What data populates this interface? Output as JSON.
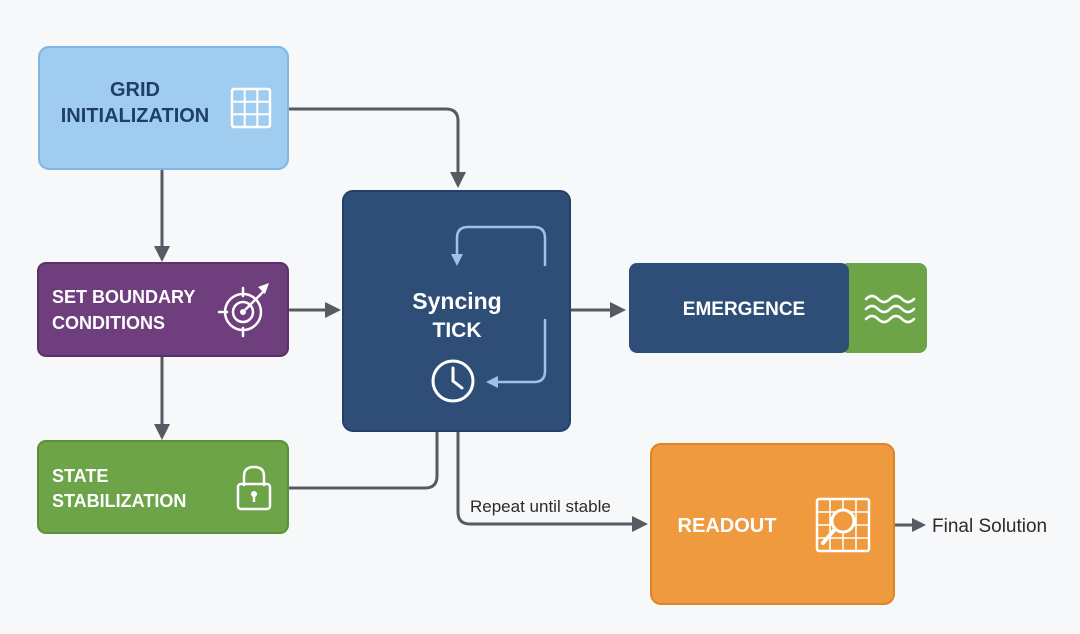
{
  "nodes": {
    "grid_init": {
      "lines": [
        "GRID",
        "INITIALIZATION"
      ],
      "icon": "grid-icon",
      "color": "#9fccef",
      "border": "#7fb6e3",
      "text_color": "#1f3f68"
    },
    "boundary": {
      "lines": [
        "SET BOUNDARY",
        "CONDITIONS"
      ],
      "icon": "target-icon",
      "color": "#6e3e7d",
      "border": "#5c3168"
    },
    "stabilization": {
      "lines": [
        "STATE",
        "STABILIZATION"
      ],
      "icon": "lock-icon",
      "color": "#6ca447",
      "border": "#5a913a"
    },
    "syncing_tick": {
      "lines": [
        "Syncing",
        "TICK"
      ],
      "icon": "clock-icon",
      "loop_icon": "loop-arrows-icon",
      "color": "#2e4e78",
      "border": "#23406a"
    },
    "emergence": {
      "label": "EMERGENCE",
      "icon": "waves-icon",
      "color": "#2e4e78",
      "accent": "#6ca447"
    },
    "readout": {
      "label": "READOUT",
      "icon": "magnifier-grid-icon",
      "color": "#ef9a3e",
      "border": "#dc8428"
    }
  },
  "edge_labels": {
    "repeat": "Repeat until stable",
    "final": "Final Solution"
  },
  "colors": {
    "edge": "#555b63",
    "background": "#f7f8fa"
  }
}
